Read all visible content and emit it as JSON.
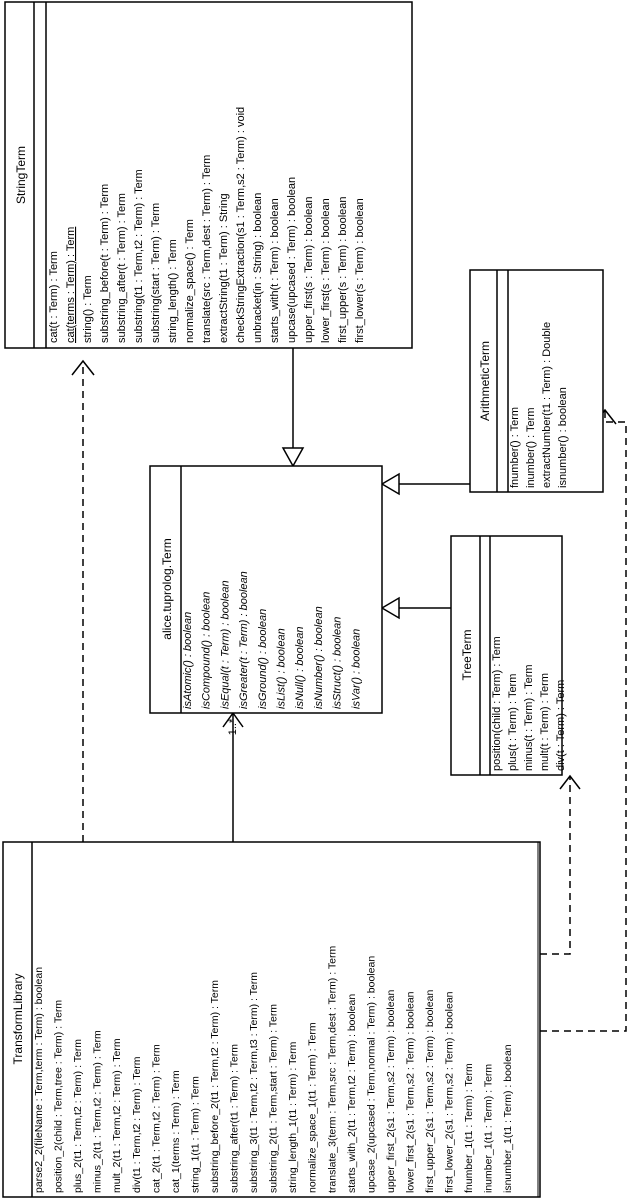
{
  "classes": {
    "string_term": {
      "name": "StringTerm",
      "members": [
        "cat(t : Term) : Term",
        "cat(terms : Term) : Term",
        "string() : Term",
        "substring_before(t : Term) : Term",
        "substring_after(t : Term) : Term",
        "substring(t1 : Term,t2 : Term) : Term",
        "substring(start : Term) : Term",
        "string_length() : Term",
        "normalize_space() : Term",
        "translate(src : Term,dest : Term) : Term",
        "extractString(t1 : Term) : String",
        "checkStringExtraction(s1 : Term,s2 : Term) : void",
        "unbracket(in : String) : boolean",
        "starts_with(t : Term) : boolean",
        "upcase(upcased : Term) : boolean",
        "upper_first(s : Term) : boolean",
        "lower_first(s : Term) : boolean",
        "first_upper(s : Term) : boolean",
        "first_lower(s : Term) : boolean"
      ]
    },
    "arithmetic_term": {
      "name": "ArithmeticTerm",
      "members": [
        "fnumber() : Term",
        "inumber() : Term",
        "extractNumber(t1 : Term) : Double",
        "isnumber() : boolean"
      ]
    },
    "alice_term": {
      "name": "alice.tuprolog.Term",
      "members": [
        "isAtomic() : boolean",
        "isCompound() : boolean",
        "isEqual(t : Term) : boolean",
        "isGreater(t : Term) : boolean",
        "isGround() : boolean",
        "isList() : boolean",
        "isNull() : boolean",
        "isNumber() : boolean",
        "isStruct() : boolean",
        "isVar() : boolean"
      ]
    },
    "tree_term": {
      "name": "TreeTerm",
      "members": [
        "position(child : Term) : Term",
        "plus(t : Term) : Term",
        "minus(t : Term) : Term",
        "mult(t : Term) : Term",
        "div(t : Term) : Term"
      ]
    },
    "transform_library": {
      "name": "TransformLibrary",
      "members": [
        "parse2_2(fileName : Term,term : Term) : boolean",
        "position_2(child : Term,tree : Term) : Term",
        "plus_2(t1 : Term,t2 : Term) : Term",
        "minus_2(t1 : Term,t2 : Term) : Term",
        "mult_2(t1 : Term,t2 : Term) : Term",
        "div(t1 : Term,t2 : Term) : Term",
        "cat_2(t1 : Term,t2 : Term) : Term",
        "cat_1(terms : Term) : Term",
        "string_1(t1 : Term) : Term",
        "substring_before_2(t1 : Term,t2 : Term) : Term",
        "substring_after(t1 : Term) : Term",
        "substring_3(t1 : Term,t2 : Term,t3 : Term) : Term",
        "substring_2(t1 : Term,start : Term) : Term",
        "string_length_1(t1 : Term) : Term",
        "normalize_space_1(t1 : Term) : Term",
        "translate_3(term : Term,src : Term,dest : Term) : Term",
        "starts_with_2(t1 : Term,t2 : Term) : boolean",
        "upcase_2(upcased : Term,normal : Term) : boolean",
        "upper_first_2(s1 : Term,s2 : Term) : boolean",
        "lower_first_2(s1 : Term,s2 : Term) : boolean",
        "first_upper_2(s1 : Term,s2 : Term) : boolean",
        "first_lower_2(s1 : Term,s2 : Term) : boolean",
        "fnumber_1(t1 : Term) : Term",
        "inumber_1(t1 : Term) : Term",
        "isnumber_1(t1 : Term) : boolean"
      ]
    }
  },
  "multiplicity": "1..*",
  "colors": {
    "line": "#000000",
    "background": "#ffffff"
  }
}
